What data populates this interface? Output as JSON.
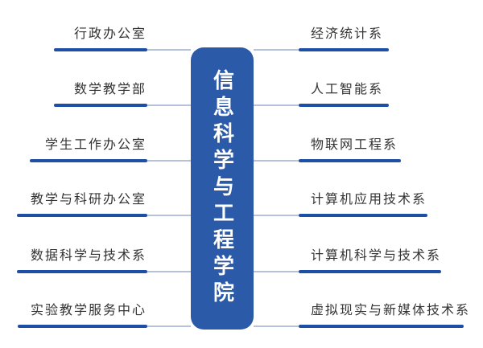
{
  "title": "信息科学与工程学院",
  "left_items": [
    "行政办公室",
    "数学教学部",
    "学生工作办公室",
    "教学与科研办公室",
    "数据科学与技术系",
    "实验教学服务中心"
  ],
  "right_items": [
    "经济统计系",
    "人工智能系",
    "物联网工程系",
    "计算机应用技术系",
    "计算机科学与技术系",
    "虚拟现实与新媒体技术系"
  ],
  "colors": {
    "pill": "#2A5AA8",
    "underline": "#1E4FA6",
    "connector": "#B6C2DC",
    "label": "#333333",
    "title": "#FFFFFF",
    "background": "#FFFFFF"
  }
}
